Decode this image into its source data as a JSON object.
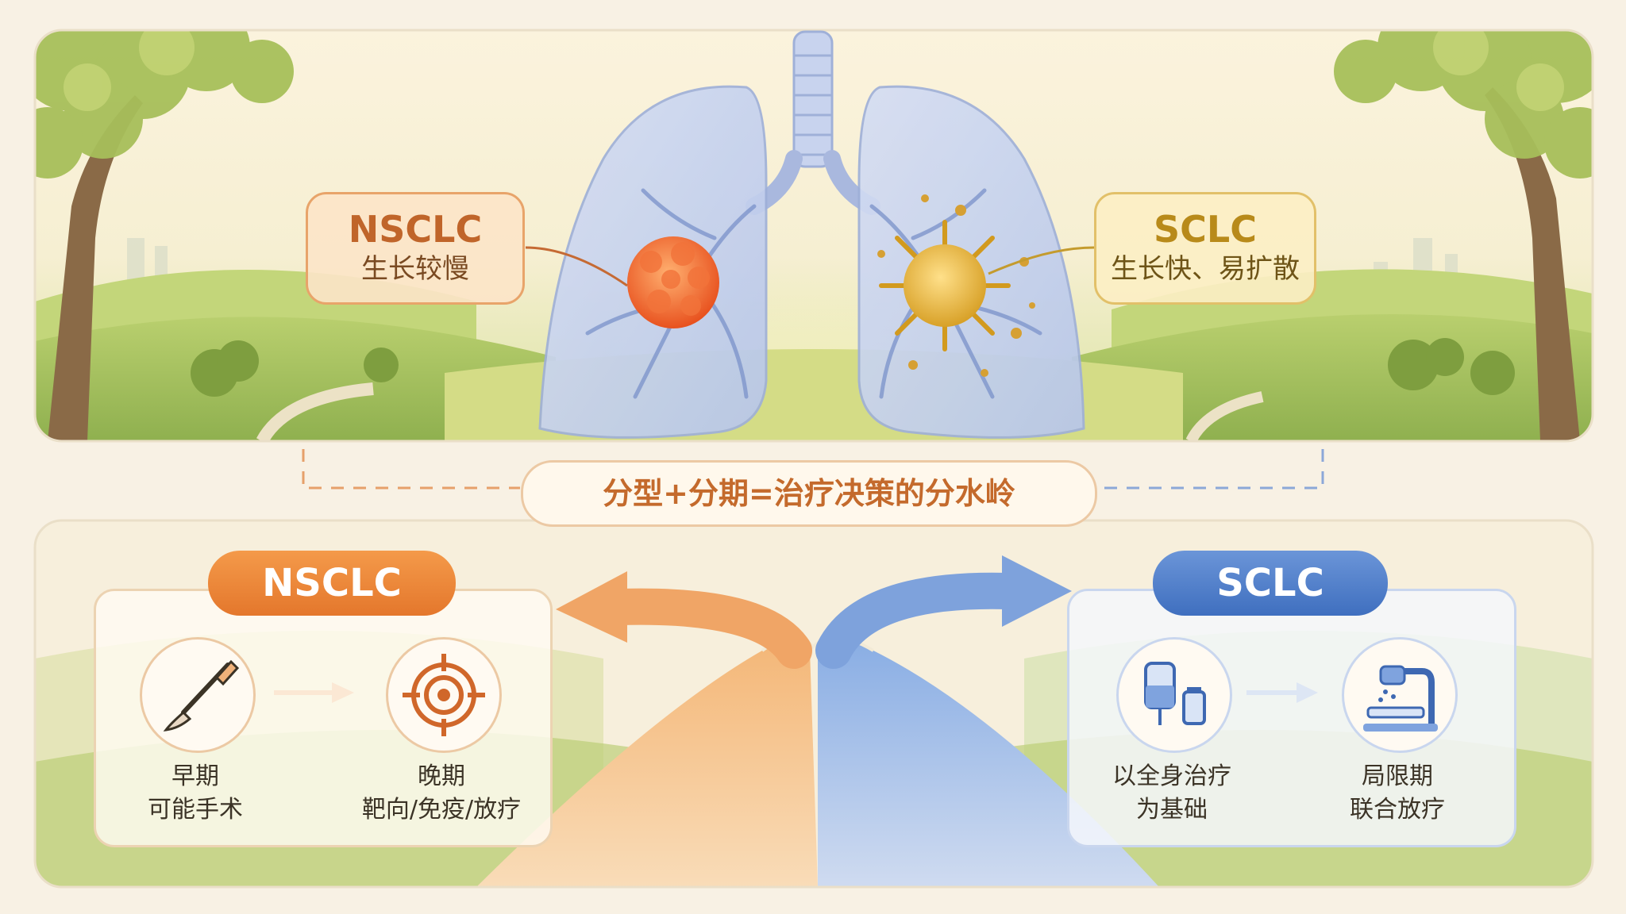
{
  "top_left_label": {
    "title": "NSCLC",
    "subtitle": "生长较慢"
  },
  "top_right_label": {
    "title": "SCLC",
    "subtitle": "生长快、易扩散"
  },
  "center_banner": "分型+分期=治疗决策的分水岭",
  "nsclc_panel": {
    "badge": "NSCLC",
    "steps": [
      {
        "icon": "scalpel-icon",
        "lines": [
          "早期",
          "可能手术"
        ]
      },
      {
        "icon": "target-icon",
        "lines": [
          "晚期",
          "靶向/免疫/放疗"
        ]
      }
    ]
  },
  "sclc_panel": {
    "badge": "SCLC",
    "steps": [
      {
        "icon": "iv-drip-icon",
        "lines": [
          "以全身治疗",
          "为基础"
        ]
      },
      {
        "icon": "radiation-machine-icon",
        "lines": [
          "局限期",
          "联合放疗"
        ]
      }
    ]
  },
  "colors": {
    "nsclc": "#e8803a",
    "sclc": "#4b78c4",
    "accent_text": "#c0652a"
  }
}
